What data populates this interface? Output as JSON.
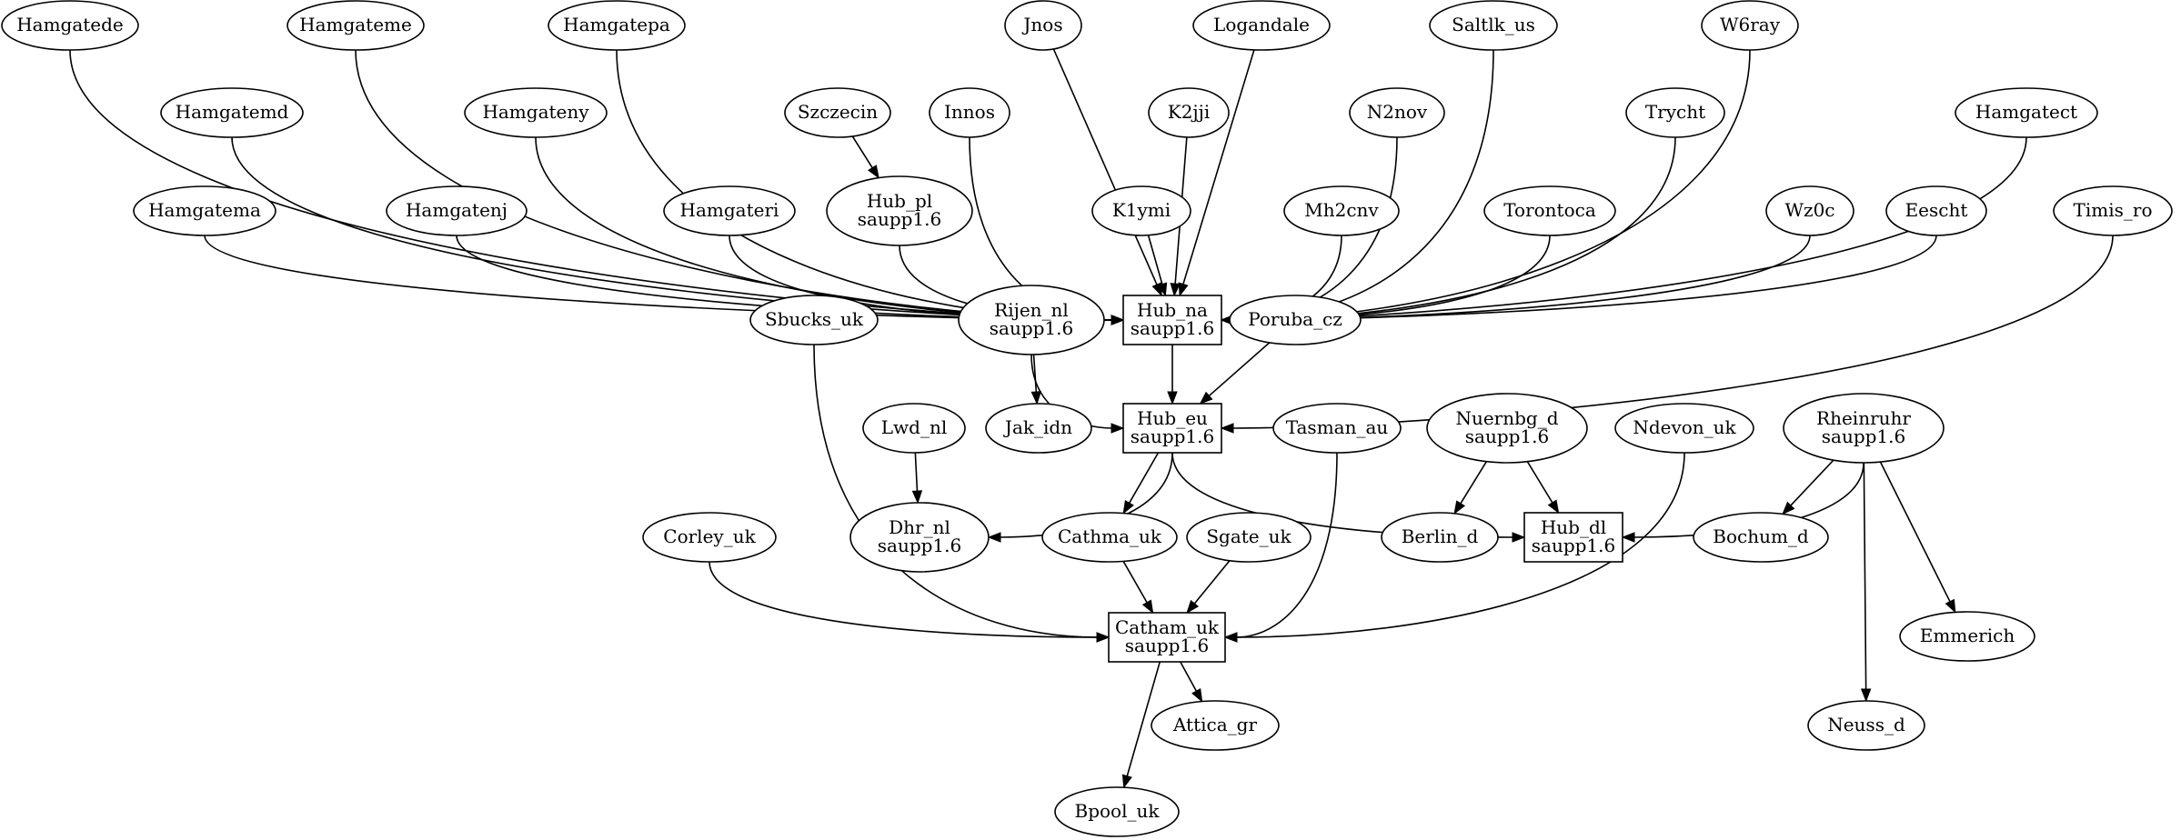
{
  "diagram": {
    "nodes": [
      {
        "id": "Hamgatede",
        "lines": [
          "Hamgatede"
        ],
        "shape": "ellipse"
      },
      {
        "id": "Hamgateme",
        "lines": [
          "Hamgateme"
        ],
        "shape": "ellipse"
      },
      {
        "id": "Hamgatepa",
        "lines": [
          "Hamgatepa"
        ],
        "shape": "ellipse"
      },
      {
        "id": "Jnos",
        "lines": [
          "Jnos"
        ],
        "shape": "ellipse"
      },
      {
        "id": "Logandale",
        "lines": [
          "Logandale"
        ],
        "shape": "ellipse"
      },
      {
        "id": "Saltlk_us",
        "lines": [
          "Saltlk_us"
        ],
        "shape": "ellipse"
      },
      {
        "id": "W6ray",
        "lines": [
          "W6ray"
        ],
        "shape": "ellipse"
      },
      {
        "id": "Hamgatemd",
        "lines": [
          "Hamgatemd"
        ],
        "shape": "ellipse"
      },
      {
        "id": "Hamgateny",
        "lines": [
          "Hamgateny"
        ],
        "shape": "ellipse"
      },
      {
        "id": "Szczecin",
        "lines": [
          "Szczecin"
        ],
        "shape": "ellipse"
      },
      {
        "id": "Innos",
        "lines": [
          "Innos"
        ],
        "shape": "ellipse"
      },
      {
        "id": "K2jji",
        "lines": [
          "K2jji"
        ],
        "shape": "ellipse"
      },
      {
        "id": "N2nov",
        "lines": [
          "N2nov"
        ],
        "shape": "ellipse"
      },
      {
        "id": "Trycht",
        "lines": [
          "Trycht"
        ],
        "shape": "ellipse"
      },
      {
        "id": "Hamgatect",
        "lines": [
          "Hamgatect"
        ],
        "shape": "ellipse"
      },
      {
        "id": "Hamgatema",
        "lines": [
          "Hamgatema"
        ],
        "shape": "ellipse"
      },
      {
        "id": "Hamgatenj",
        "lines": [
          "Hamgatenj"
        ],
        "shape": "ellipse"
      },
      {
        "id": "Hamgateri",
        "lines": [
          "Hamgateri"
        ],
        "shape": "ellipse"
      },
      {
        "id": "Hub_pl",
        "lines": [
          "Hub_pl",
          "saupp1.6"
        ],
        "shape": "ellipse"
      },
      {
        "id": "K1ymi",
        "lines": [
          "K1ymi"
        ],
        "shape": "ellipse"
      },
      {
        "id": "Mh2cnv",
        "lines": [
          "Mh2cnv"
        ],
        "shape": "ellipse"
      },
      {
        "id": "Torontoca",
        "lines": [
          "Torontoca"
        ],
        "shape": "ellipse"
      },
      {
        "id": "Wz0c",
        "lines": [
          "Wz0c"
        ],
        "shape": "ellipse"
      },
      {
        "id": "Eescht",
        "lines": [
          "Eescht"
        ],
        "shape": "ellipse"
      },
      {
        "id": "Timis_ro",
        "lines": [
          "Timis_ro"
        ],
        "shape": "ellipse"
      },
      {
        "id": "Hub_na",
        "lines": [
          "Hub_na",
          "saupp1.6"
        ],
        "shape": "box"
      },
      {
        "id": "Sbucks_uk",
        "lines": [
          "Sbucks_uk"
        ],
        "shape": "ellipse"
      },
      {
        "id": "Rijen_nl",
        "lines": [
          "Rijen_nl",
          "saupp1.6"
        ],
        "shape": "ellipse"
      },
      {
        "id": "Poruba_cz",
        "lines": [
          "Poruba_cz"
        ],
        "shape": "ellipse"
      },
      {
        "id": "Lwd_nl",
        "lines": [
          "Lwd_nl"
        ],
        "shape": "ellipse"
      },
      {
        "id": "Jak_idn",
        "lines": [
          "Jak_idn"
        ],
        "shape": "ellipse"
      },
      {
        "id": "Hub_eu",
        "lines": [
          "Hub_eu",
          "saupp1.6"
        ],
        "shape": "box"
      },
      {
        "id": "Tasman_au",
        "lines": [
          "Tasman_au"
        ],
        "shape": "ellipse"
      },
      {
        "id": "Nuernbg_d",
        "lines": [
          "Nuernbg_d",
          "saupp1.6"
        ],
        "shape": "ellipse"
      },
      {
        "id": "Ndevon_uk",
        "lines": [
          "Ndevon_uk"
        ],
        "shape": "ellipse"
      },
      {
        "id": "Rheinruhr",
        "lines": [
          "Rheinruhr",
          "saupp1.6"
        ],
        "shape": "ellipse"
      },
      {
        "id": "Corley_uk",
        "lines": [
          "Corley_uk"
        ],
        "shape": "ellipse"
      },
      {
        "id": "Dhr_nl",
        "lines": [
          "Dhr_nl",
          "saupp1.6"
        ],
        "shape": "ellipse"
      },
      {
        "id": "Cathma_uk",
        "lines": [
          "Cathma_uk"
        ],
        "shape": "ellipse"
      },
      {
        "id": "Sgate_uk",
        "lines": [
          "Sgate_uk"
        ],
        "shape": "ellipse"
      },
      {
        "id": "Berlin_d",
        "lines": [
          "Berlin_d"
        ],
        "shape": "ellipse"
      },
      {
        "id": "Hub_dl",
        "lines": [
          "Hub_dl",
          "saupp1.6"
        ],
        "shape": "box"
      },
      {
        "id": "Bochum_d",
        "lines": [
          "Bochum_d"
        ],
        "shape": "ellipse"
      },
      {
        "id": "Catham_uk",
        "lines": [
          "Catham_uk",
          "saupp1.6"
        ],
        "shape": "box"
      },
      {
        "id": "Emmerich",
        "lines": [
          "Emmerich"
        ],
        "shape": "ellipse"
      },
      {
        "id": "Attica_gr",
        "lines": [
          "Attica_gr"
        ],
        "shape": "ellipse"
      },
      {
        "id": "Neuss_d",
        "lines": [
          "Neuss_d"
        ],
        "shape": "ellipse"
      },
      {
        "id": "Bpool_uk",
        "lines": [
          "Bpool_uk"
        ],
        "shape": "ellipse"
      }
    ],
    "edges": [
      {
        "from": "Hamgatede",
        "to": "Hub_na"
      },
      {
        "from": "Hamgateme",
        "to": "Hub_na"
      },
      {
        "from": "Hamgatepa",
        "to": "Hub_na"
      },
      {
        "from": "Jnos",
        "to": "Hub_na"
      },
      {
        "from": "Logandale",
        "to": "Hub_na"
      },
      {
        "from": "Saltlk_us",
        "to": "Hub_na"
      },
      {
        "from": "W6ray",
        "to": "Hub_na"
      },
      {
        "from": "Hamgatemd",
        "to": "Hub_na"
      },
      {
        "from": "Hamgateny",
        "to": "Hub_na"
      },
      {
        "from": "Innos",
        "to": "Hub_na"
      },
      {
        "from": "K2jji",
        "to": "Hub_na"
      },
      {
        "from": "N2nov",
        "to": "Hub_na"
      },
      {
        "from": "Trycht",
        "to": "Hub_na"
      },
      {
        "from": "Hamgatect",
        "to": "Hub_na"
      },
      {
        "from": "Hamgatema",
        "to": "Hub_na"
      },
      {
        "from": "Hamgatenj",
        "to": "Hub_na"
      },
      {
        "from": "Hamgateri",
        "to": "Hub_na"
      },
      {
        "from": "Hub_pl",
        "to": "Hub_na"
      },
      {
        "from": "K1ymi",
        "to": "Hub_na"
      },
      {
        "from": "Mh2cnv",
        "to": "Hub_na"
      },
      {
        "from": "Torontoca",
        "to": "Hub_na"
      },
      {
        "from": "Wz0c",
        "to": "Hub_na"
      },
      {
        "from": "Eescht",
        "to": "Hub_na"
      },
      {
        "from": "Szczecin",
        "to": "Hub_pl"
      },
      {
        "from": "Hub_na",
        "to": "Hub_eu"
      },
      {
        "from": "Rijen_nl",
        "to": "Hub_eu"
      },
      {
        "from": "Poruba_cz",
        "to": "Hub_eu"
      },
      {
        "from": "Timis_ro",
        "to": "Hub_eu"
      },
      {
        "from": "Rijen_nl",
        "to": "Jak_idn"
      },
      {
        "from": "Lwd_nl",
        "to": "Dhr_nl"
      },
      {
        "from": "Hub_eu",
        "to": "Dhr_nl"
      },
      {
        "from": "Hub_eu",
        "to": "Cathma_uk"
      },
      {
        "from": "Hub_eu",
        "to": "Hub_dl"
      },
      {
        "from": "Nuernbg_d",
        "to": "Berlin_d"
      },
      {
        "from": "Nuernbg_d",
        "to": "Hub_dl"
      },
      {
        "from": "Rheinruhr",
        "to": "Hub_dl"
      },
      {
        "from": "Rheinruhr",
        "to": "Bochum_d"
      },
      {
        "from": "Rheinruhr",
        "to": "Emmerich"
      },
      {
        "from": "Rheinruhr",
        "to": "Neuss_d"
      },
      {
        "from": "Sbucks_uk",
        "to": "Catham_uk"
      },
      {
        "from": "Corley_uk",
        "to": "Catham_uk"
      },
      {
        "from": "Cathma_uk",
        "to": "Catham_uk"
      },
      {
        "from": "Sgate_uk",
        "to": "Catham_uk"
      },
      {
        "from": "Tasman_au",
        "to": "Catham_uk"
      },
      {
        "from": "Ndevon_uk",
        "to": "Catham_uk"
      },
      {
        "from": "Catham_uk",
        "to": "Attica_gr"
      },
      {
        "from": "Catham_uk",
        "to": "Bpool_uk"
      }
    ]
  }
}
